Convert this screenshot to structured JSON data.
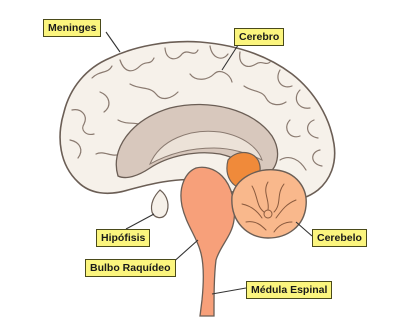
{
  "labels": {
    "meninges": "Meninges",
    "cerebro": "Cerebro",
    "hipofisis": "Hipófisis",
    "cerebelo": "Cerebelo",
    "bulbo": "Bulbo Raquídeo",
    "medula": "Médula Espinal"
  },
  "colors": {
    "label_fill": "#fbf57e",
    "cortex": "#f6f1ea",
    "outline": "#6b5e55",
    "inner": "#d8c8bd",
    "brainstem": "#f7a07a",
    "cerebellum": "#f9b88c",
    "midbrain": "#f08a3a"
  }
}
